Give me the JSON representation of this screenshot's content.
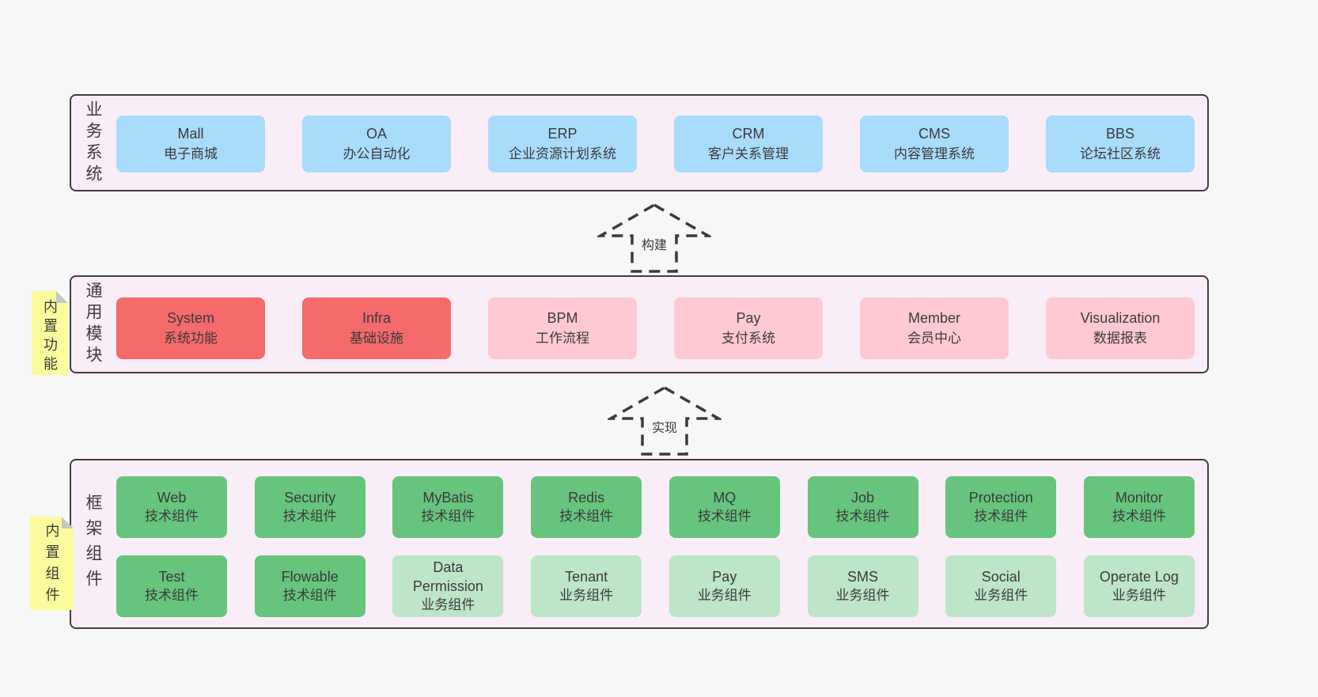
{
  "colors": {
    "page_bg": "#f7f7f7",
    "section_bg": "#f9edf8",
    "section_border": "#3f3f3f",
    "box_blue": "#a9dcfa",
    "box_red": "#f56a6a",
    "box_pink": "#ffc9d4",
    "box_green": "#66c47d",
    "box_light_green": "#bde5c8",
    "note_yellow": "#fbfb9d",
    "note_fold_gray": "#c5c5c5",
    "text": "#3b3b3b"
  },
  "arrows": [
    {
      "label": "构建"
    },
    {
      "label": "实现"
    }
  ],
  "sections": [
    {
      "label": "业务系统",
      "boxes": [
        {
          "title": "Mall",
          "subtitle": "电子商城"
        },
        {
          "title": "OA",
          "subtitle": "办公自动化"
        },
        {
          "title": "ERP",
          "subtitle": "企业资源计划系统"
        },
        {
          "title": "CRM",
          "subtitle": "客户关系管理"
        },
        {
          "title": "CMS",
          "subtitle": "内容管理系统"
        },
        {
          "title": "BBS",
          "subtitle": "论坛社区系统"
        }
      ]
    },
    {
      "label": "通用模块",
      "note": "内置功能",
      "boxes": [
        {
          "title": "System",
          "subtitle": "系统功能"
        },
        {
          "title": "Infra",
          "subtitle": "基础设施"
        },
        {
          "title": "BPM",
          "subtitle": "工作流程"
        },
        {
          "title": "Pay",
          "subtitle": "支付系统"
        },
        {
          "title": "Member",
          "subtitle": "会员中心"
        },
        {
          "title": "Visualization",
          "subtitle": "数据报表"
        }
      ]
    },
    {
      "label": "框架组件",
      "note": "内置组件",
      "rows": [
        [
          {
            "title": "Web",
            "subtitle": "技术组件"
          },
          {
            "title": "Security",
            "subtitle": "技术组件"
          },
          {
            "title": "MyBatis",
            "subtitle": "技术组件"
          },
          {
            "title": "Redis",
            "subtitle": "技术组件"
          },
          {
            "title": "MQ",
            "subtitle": "技术组件"
          },
          {
            "title": "Job",
            "subtitle": "技术组件"
          },
          {
            "title": "Protection",
            "subtitle": "技术组件"
          },
          {
            "title": "Monitor",
            "subtitle": "技术组件"
          }
        ],
        [
          {
            "title": "Test",
            "subtitle": "技术组件"
          },
          {
            "title": "Flowable",
            "subtitle": "技术组件"
          },
          {
            "title": "Data Permission",
            "subtitle": "业务组件"
          },
          {
            "title": "Tenant",
            "subtitle": "业务组件"
          },
          {
            "title": "Pay",
            "subtitle": "业务组件"
          },
          {
            "title": "SMS",
            "subtitle": "业务组件"
          },
          {
            "title": "Social",
            "subtitle": "业务组件"
          },
          {
            "title": "Operate Log",
            "subtitle": "业务组件"
          }
        ]
      ]
    }
  ]
}
